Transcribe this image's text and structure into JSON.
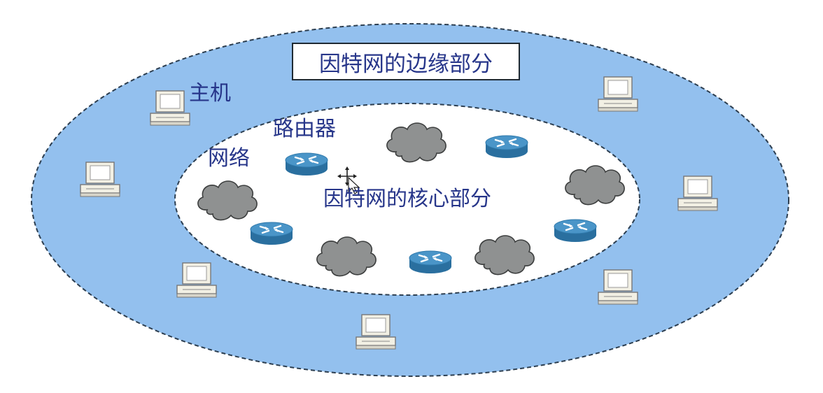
{
  "diagram": {
    "edge_label": "因特网的边缘部分",
    "core_label": "因特网的核心部分",
    "host_label": "主机",
    "router_label": "路由器",
    "network_label": "网络"
  },
  "colors": {
    "edge_fill": "#93c0ee",
    "core_fill": "#ffffff",
    "label_text": "#27368a",
    "router_top": "#4a95c8",
    "router_side": "#2a6f9f",
    "cloud_fill": "#8f9191",
    "host_body": "#f2f0e4"
  }
}
